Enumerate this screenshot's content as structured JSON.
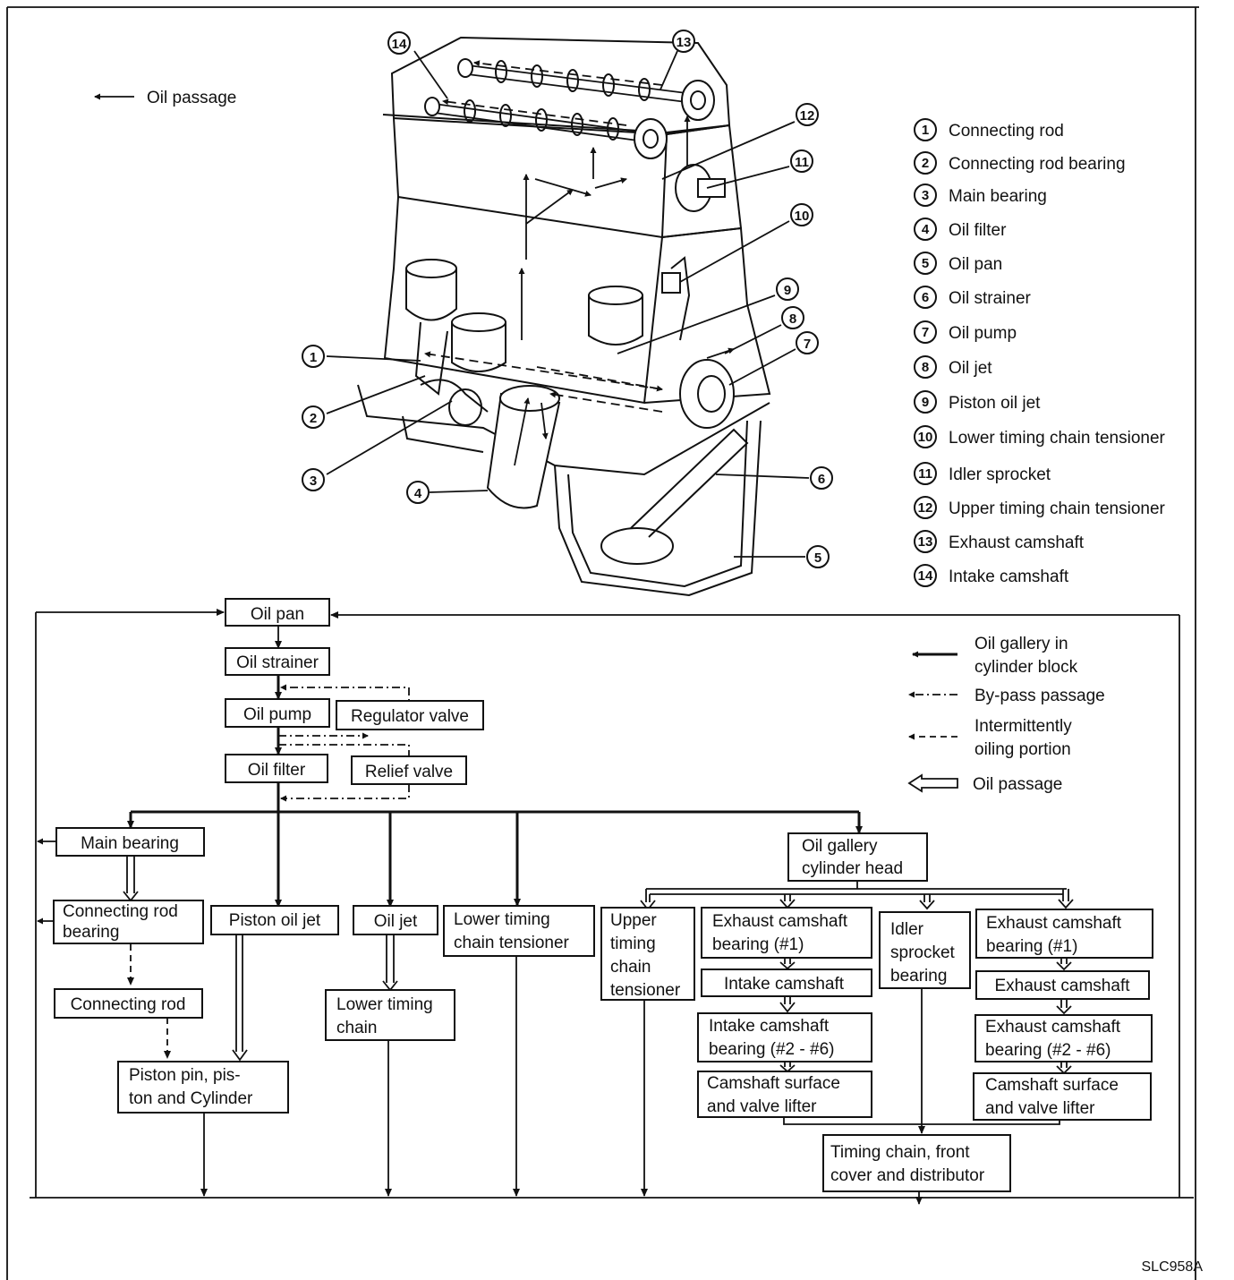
{
  "legend_top": {
    "oil_passage": "Oil passage"
  },
  "parts": [
    {
      "num": "1",
      "name": "Connecting rod"
    },
    {
      "num": "2",
      "name": "Connecting rod bearing"
    },
    {
      "num": "3",
      "name": "Main bearing"
    },
    {
      "num": "4",
      "name": "Oil filter"
    },
    {
      "num": "5",
      "name": "Oil pan"
    },
    {
      "num": "6",
      "name": "Oil strainer"
    },
    {
      "num": "7",
      "name": "Oil pump"
    },
    {
      "num": "8",
      "name": "Oil jet"
    },
    {
      "num": "9",
      "name": "Piston oil jet"
    },
    {
      "num": "10",
      "name": "Lower timing chain tensioner"
    },
    {
      "num": "11",
      "name": "Idler sprocket"
    },
    {
      "num": "12",
      "name": "Upper timing chain tensioner"
    },
    {
      "num": "13",
      "name": "Exhaust camshaft"
    },
    {
      "num": "14",
      "name": "Intake camshaft"
    }
  ],
  "legend_flow": {
    "gallery_line1": "Oil gallery in",
    "gallery_line2": "cylinder block",
    "bypass": "By-pass passage",
    "intermittent_line1": "Intermittently",
    "intermittent_line2": "oiling portion",
    "oil_passage": "Oil passage"
  },
  "flow": {
    "oil_pan": "Oil pan",
    "oil_strainer": "Oil strainer",
    "oil_pump": "Oil pump",
    "regulator_valve": "Regulator valve",
    "oil_filter": "Oil filter",
    "relief_valve": "Relief valve",
    "main_bearing": "Main bearing",
    "conrod_bearing_1": "Connecting rod",
    "conrod_bearing_2": "bearing",
    "connecting_rod": "Connecting rod",
    "piston_pin_1": "Piston pin, pis-",
    "piston_pin_2": "ton and Cylinder",
    "piston_oil_jet": "Piston oil jet",
    "oil_jet": "Oil jet",
    "lower_chain_1": "Lower timing",
    "lower_chain_2": "chain",
    "lower_tensioner_1": "Lower timing",
    "lower_tensioner_2": "chain tensioner",
    "head_gallery_1": "Oil gallery",
    "head_gallery_2": "cylinder head",
    "upper_tensioner_1": "Upper",
    "upper_tensioner_2": "timing",
    "upper_tensioner_3": "chain",
    "upper_tensioner_4": "tensioner",
    "exh_cam_brg1_a_1": "Exhaust camshaft",
    "exh_cam_brg1_a_2": "bearing (#1)",
    "intake_camshaft": "Intake camshaft",
    "int_cam_brg_1": "Intake camshaft",
    "int_cam_brg_2": "bearing (#2 - #6)",
    "cam_surface_a_1": "Camshaft surface",
    "cam_surface_a_2": "and valve lifter",
    "idler_1": "Idler",
    "idler_2": "sprocket",
    "idler_3": "bearing",
    "exh_cam_brg1_b_1": "Exhaust camshaft",
    "exh_cam_brg1_b_2": "bearing (#1)",
    "exhaust_camshaft": "Exhaust camshaft",
    "exh_cam_brg26_1": "Exhaust camshaft",
    "exh_cam_brg26_2": "bearing (#2 - #6)",
    "cam_surface_b_1": "Camshaft surface",
    "cam_surface_b_2": "and valve lifter",
    "timing_chain_1": "Timing chain, front",
    "timing_chain_2": "cover and distributor"
  },
  "figure_code": "SLC958A"
}
